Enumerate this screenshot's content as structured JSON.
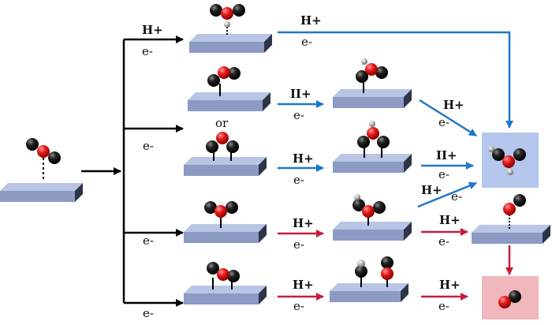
{
  "labels": {
    "or": "or",
    "h_plus": "H+",
    "e_minus": "e-",
    "h_plus_alt": "II+"
  },
  "colors": {
    "slab_top": "#b9c5e4",
    "slab_front": "#8c9ac4",
    "slab_side": "#2c3448",
    "box_blue": "#b4c6ec",
    "box_pink": "#f0b7bd",
    "arrow_black": "#000000",
    "arrow_blue": "#1f78c8",
    "arrow_red": "#c41e3a",
    "atom_o": "#d81818",
    "atom_c": "#1a1a1a",
    "atom_h": "#9a9a9a"
  }
}
